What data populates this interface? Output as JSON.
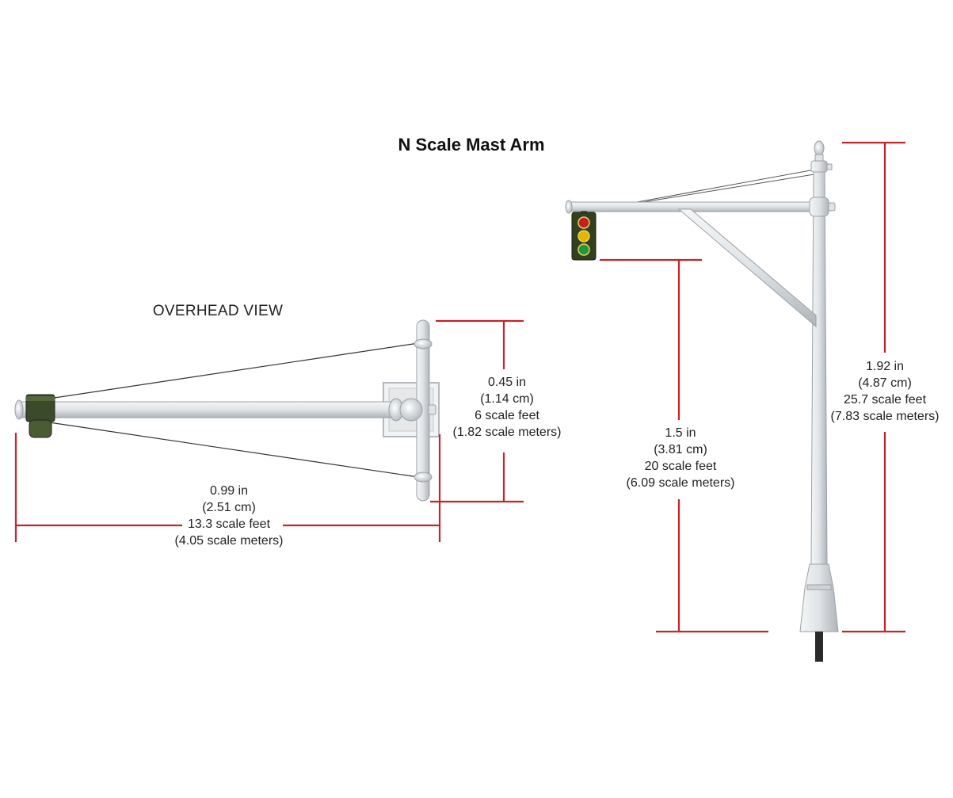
{
  "title": "N Scale Mast Arm",
  "overhead_label": "OVERHEAD VIEW",
  "colors": {
    "dimension_line": "#c0272d",
    "pole": "#dfe3e6",
    "pole_shade": "#b9bfc4",
    "signal_housing": "#2f3a22",
    "red_lamp": "#c81e1e",
    "yellow_lamp": "#e8b400",
    "green_lamp": "#1f9a3a"
  },
  "dimensions": {
    "arm_width": {
      "lines": [
        "0.45 in",
        "(1.14 cm)",
        "6 scale feet",
        "(1.82 scale meters)"
      ]
    },
    "arm_length": {
      "lines": [
        "0.99 in",
        "(2.51 cm)",
        "13.3 scale feet",
        "(4.05 scale meters)"
      ]
    },
    "signal_clearance": {
      "lines": [
        "1.5 in",
        "(3.81 cm)",
        "20 scale feet",
        "(6.09 scale meters)"
      ]
    },
    "total_height": {
      "lines": [
        "1.92 in",
        "(4.87 cm)",
        "25.7 scale feet",
        "(7.83 scale meters)"
      ]
    }
  }
}
